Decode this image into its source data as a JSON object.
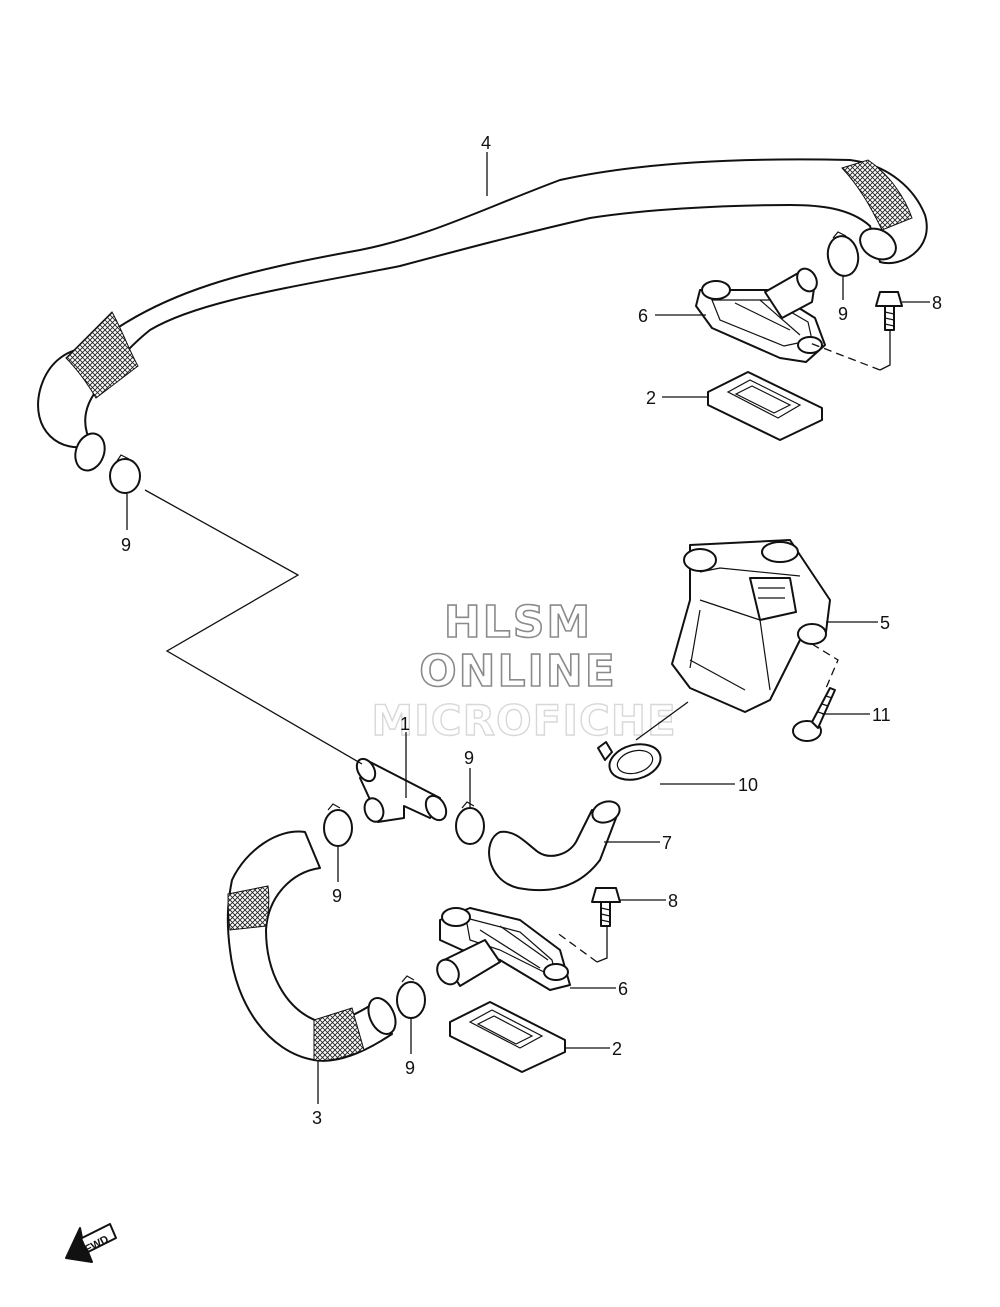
{
  "watermark": {
    "line1": "HLSM",
    "line2": "ONLINE",
    "line3": "MICROFICHE"
  },
  "callouts": {
    "c1": "1",
    "c2a": "2",
    "c2b": "2",
    "c3": "3",
    "c4": "4",
    "c5": "5",
    "c6a": "6",
    "c6b": "6",
    "c7": "7",
    "c8a": "8",
    "c8b": "8",
    "c9a": "9",
    "c9b": "9",
    "c9c": "9",
    "c9d": "9",
    "c9e": "9",
    "c10": "10",
    "c11": "11"
  },
  "fwd_arrow": {
    "label": "FWD",
    "icon": "fwd-arrow-icon"
  }
}
